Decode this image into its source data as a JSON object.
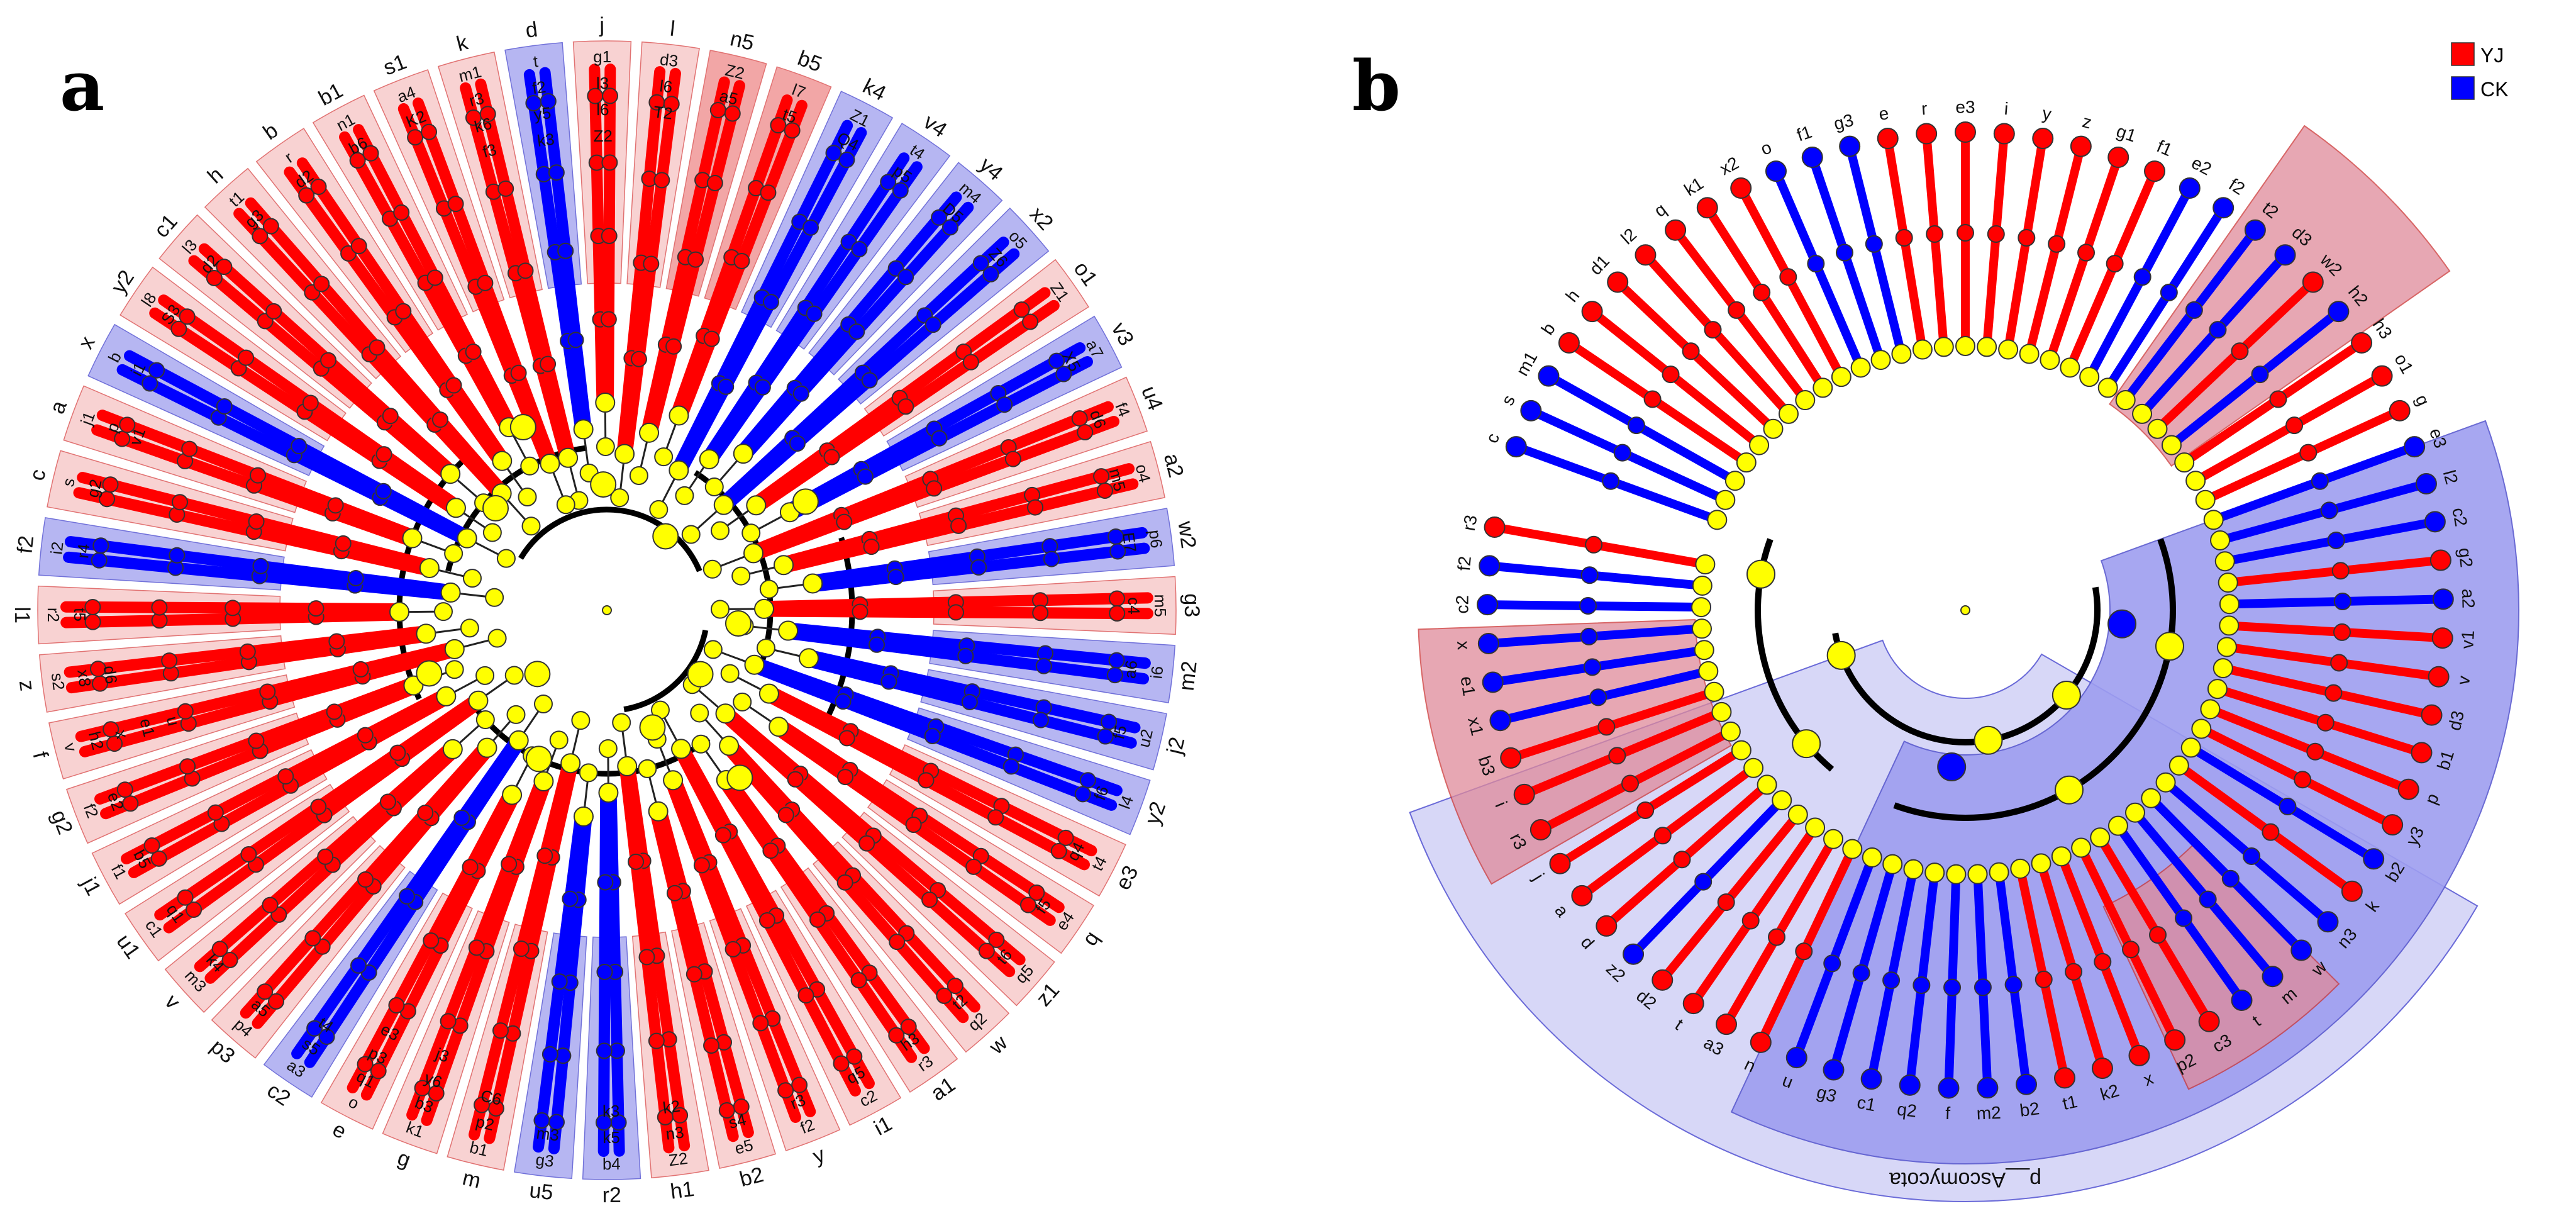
{
  "panels": [
    {
      "letter": "a",
      "sectors": [
        {
          "label": "k",
          "cls": "YJ",
          "inner": [
            "m1",
            "r3",
            "k6",
            "f3"
          ],
          "hl": "light"
        },
        {
          "label": "d",
          "cls": "CK",
          "inner": [
            "t",
            "f2",
            "y5",
            "k3"
          ],
          "hl": "blue"
        },
        {
          "label": "j",
          "cls": "YJ",
          "inner": [
            "g1",
            "l3",
            "l6",
            "Z2"
          ],
          "hl": "light"
        },
        {
          "label": "l",
          "cls": "YJ",
          "inner": [
            "d3",
            "l6",
            "T2"
          ],
          "hl": "light"
        },
        {
          "label": "n5",
          "cls": "YJ",
          "inner": [
            "Z2",
            "a5"
          ],
          "hl": "mid"
        },
        {
          "label": "b5",
          "cls": "YJ",
          "inner": [
            "l7",
            "t5"
          ],
          "hl": "mid"
        },
        {
          "label": "k4",
          "cls": "CK",
          "inner": [
            "Z1",
            "Q4"
          ],
          "hl": "blue"
        },
        {
          "label": "v4",
          "cls": "CK",
          "inner": [
            "t4",
            "p5"
          ],
          "hl": "blue"
        },
        {
          "label": "y4",
          "cls": "CK",
          "inner": [
            "m4",
            "D5"
          ],
          "hl": "blue"
        },
        {
          "label": "x2",
          "cls": "CK",
          "inner": [
            "o5",
            "Z6"
          ],
          "hl": "blue"
        },
        {
          "label": "o1",
          "cls": "YJ",
          "inner": [
            "Z1"
          ],
          "hl": "light"
        },
        {
          "label": "v3",
          "cls": "CK",
          "inner": [
            "a7",
            "X5"
          ],
          "hl": "blue"
        },
        {
          "label": "u4",
          "cls": "YJ",
          "inner": [
            "f4",
            "d6"
          ],
          "hl": "light"
        },
        {
          "label": "a2",
          "cls": "YJ",
          "inner": [
            "o4",
            "m5"
          ],
          "hl": "light"
        },
        {
          "label": "w2",
          "cls": "CK",
          "inner": [
            "p6",
            "E7"
          ],
          "hl": "blue"
        },
        {
          "label": "g3",
          "cls": "YJ",
          "inner": [
            "m5",
            "c4"
          ],
          "hl": "light"
        },
        {
          "label": "m2",
          "cls": "CK",
          "inner": [
            "i6",
            "a6"
          ],
          "hl": "blue"
        },
        {
          "label": "j2",
          "cls": "CK",
          "inner": [
            "u2",
            "f5"
          ],
          "hl": "blue"
        },
        {
          "label": "y2",
          "cls": "CK",
          "inner": [
            "l4",
            "f6"
          ],
          "hl": "blue"
        },
        {
          "label": "e3",
          "cls": "YJ",
          "inner": [
            "t4",
            "q4"
          ],
          "hl": "light"
        },
        {
          "label": "q",
          "cls": "YJ",
          "inner": [
            "e4",
            "f5"
          ],
          "hl": "light"
        },
        {
          "label": "z1",
          "cls": "YJ",
          "inner": [
            "q5",
            "t6"
          ],
          "hl": "light"
        },
        {
          "label": "w",
          "cls": "YJ",
          "inner": [
            "q2",
            "t2"
          ],
          "hl": "light"
        },
        {
          "label": "a1",
          "cls": "YJ",
          "inner": [
            "r3",
            "h3"
          ],
          "hl": "light"
        },
        {
          "label": "i1",
          "cls": "YJ",
          "inner": [
            "c2",
            "q5"
          ],
          "hl": "light"
        },
        {
          "label": "y",
          "cls": "YJ",
          "inner": [
            "f2",
            "r3"
          ],
          "hl": "light"
        },
        {
          "label": "b2",
          "cls": "YJ",
          "inner": [
            "e5",
            "s4"
          ],
          "hl": "light"
        },
        {
          "label": "h1",
          "cls": "YJ",
          "inner": [
            "Z2",
            "n3",
            "k2"
          ],
          "hl": "light"
        },
        {
          "label": "r2",
          "cls": "CK",
          "inner": [
            "b4",
            "k5",
            "k3"
          ],
          "hl": "blue"
        },
        {
          "label": "u5",
          "cls": "CK",
          "inner": [
            "g3",
            "m3"
          ],
          "hl": "blue"
        },
        {
          "label": "m",
          "cls": "YJ",
          "inner": [
            "b1",
            "p2",
            "C6"
          ],
          "hl": "light"
        },
        {
          "label": "g",
          "cls": "YJ",
          "inner": [
            "k1",
            "b3",
            "y6",
            "j3"
          ],
          "hl": "light"
        },
        {
          "label": "e",
          "cls": "YJ",
          "inner": [
            "o",
            "q1",
            "p3",
            "e3"
          ],
          "hl": "light"
        },
        {
          "label": "c2",
          "cls": "CK",
          "inner": [
            "a3",
            "s5",
            "t4"
          ],
          "hl": "blue"
        },
        {
          "label": "p3",
          "cls": "YJ",
          "inner": [
            "p4",
            "a5"
          ],
          "hl": "light"
        },
        {
          "label": "v",
          "cls": "YJ",
          "inner": [
            "m3",
            "k4"
          ],
          "hl": "light"
        },
        {
          "label": "u1",
          "cls": "YJ",
          "inner": [
            "c1",
            "q1"
          ],
          "hl": "light"
        },
        {
          "label": "j1",
          "cls": "YJ",
          "inner": [
            "f1",
            "b5"
          ],
          "hl": "light"
        },
        {
          "label": "g2",
          "cls": "YJ",
          "inner": [
            "f2",
            "e2"
          ],
          "hl": "light"
        },
        {
          "label": "f",
          "cls": "YJ",
          "inner": [
            "v",
            "h2",
            "x",
            "e1",
            "u"
          ],
          "hl": "light"
        },
        {
          "label": "z",
          "cls": "YJ",
          "inner": [
            "s2",
            "x8",
            "d6"
          ],
          "hl": "light"
        },
        {
          "label": "l1",
          "cls": "YJ",
          "inner": [
            "r2",
            "t5"
          ],
          "hl": "light"
        },
        {
          "label": "f2",
          "cls": "CK",
          "inner": [
            "i2",
            "r4"
          ],
          "hl": "blue"
        },
        {
          "label": "c",
          "cls": "YJ",
          "inner": [
            "s",
            "g2"
          ],
          "hl": "light"
        },
        {
          "label": "a",
          "cls": "YJ",
          "inner": [
            "j1",
            "p",
            "v1"
          ],
          "hl": "light"
        },
        {
          "label": "x",
          "cls": "CK",
          "inner": [
            "b",
            "i1"
          ],
          "hl": "blue"
        },
        {
          "label": "y2",
          "cls": "YJ",
          "inner": [
            "l8",
            "S3"
          ],
          "hl": "light"
        },
        {
          "label": "c1",
          "cls": "YJ",
          "inner": [
            "l3",
            "d2"
          ],
          "hl": "light"
        },
        {
          "label": "h",
          "cls": "YJ",
          "inner": [
            "t1",
            "g3"
          ],
          "hl": "light"
        },
        {
          "label": "b",
          "cls": "YJ",
          "inner": [
            "r",
            "d2"
          ],
          "hl": "light"
        },
        {
          "label": "b1",
          "cls": "YJ",
          "inner": [
            "n1",
            "b6"
          ],
          "hl": "light"
        },
        {
          "label": "s1",
          "cls": "YJ",
          "inner": [
            "a4",
            "K2"
          ],
          "hl": "light"
        }
      ]
    },
    {
      "letter": "b",
      "phylum_label": "p__Ascomycota",
      "legend": [
        {
          "label": "YJ",
          "color": "#ff0000"
        },
        {
          "label": "CK",
          "color": "#0000ff"
        }
      ],
      "clade_labels": [
        {
          "label": "c",
          "cls": "CK"
        },
        {
          "label": "s",
          "cls": "CK"
        },
        {
          "label": "m1",
          "cls": "CK"
        },
        {
          "label": "b",
          "cls": "YJ"
        },
        {
          "label": "h",
          "cls": "YJ"
        },
        {
          "label": "d1",
          "cls": "YJ"
        },
        {
          "label": "l2",
          "cls": "YJ"
        },
        {
          "label": "q",
          "cls": "YJ"
        },
        {
          "label": "k1",
          "cls": "YJ"
        },
        {
          "label": "x2",
          "cls": "YJ"
        },
        {
          "label": "o",
          "cls": "CK"
        },
        {
          "label": "f1",
          "cls": "CK"
        },
        {
          "label": "g3",
          "cls": "CK"
        },
        {
          "label": "e",
          "cls": "YJ"
        },
        {
          "label": "r",
          "cls": "YJ"
        },
        {
          "label": "e3",
          "cls": "YJ"
        },
        {
          "label": "i",
          "cls": "YJ"
        },
        {
          "label": "y",
          "cls": "YJ"
        },
        {
          "label": "z",
          "cls": "YJ"
        },
        {
          "label": "g1",
          "cls": "YJ"
        },
        {
          "label": "f1",
          "cls": "YJ"
        },
        {
          "label": "e2",
          "cls": "CK"
        },
        {
          "label": "f2",
          "cls": "CK"
        },
        {
          "label": "t2",
          "cls": "CK"
        },
        {
          "label": "d3",
          "cls": "CK"
        },
        {
          "label": "w2",
          "cls": "YJ"
        },
        {
          "label": "h2",
          "cls": "CK"
        },
        {
          "label": "h3",
          "cls": "YJ"
        },
        {
          "label": "o1",
          "cls": "YJ"
        },
        {
          "label": "g",
          "cls": "YJ"
        },
        {
          "label": "e3",
          "cls": "CK"
        },
        {
          "label": "l2",
          "cls": "CK"
        },
        {
          "label": "c2",
          "cls": "CK"
        },
        {
          "label": "g2",
          "cls": "YJ"
        },
        {
          "label": "a2",
          "cls": "CK"
        },
        {
          "label": "v1",
          "cls": "YJ"
        },
        {
          "label": "v",
          "cls": "YJ"
        },
        {
          "label": "d3",
          "cls": "YJ"
        },
        {
          "label": "b1",
          "cls": "YJ"
        },
        {
          "label": "p",
          "cls": "YJ"
        },
        {
          "label": "y3",
          "cls": "YJ"
        },
        {
          "label": "b2",
          "cls": "CK"
        },
        {
          "label": "k",
          "cls": "YJ"
        },
        {
          "label": "n3",
          "cls": "CK"
        },
        {
          "label": "w",
          "cls": "CK"
        },
        {
          "label": "m",
          "cls": "CK"
        },
        {
          "label": "t",
          "cls": "CK"
        },
        {
          "label": "c3",
          "cls": "YJ"
        },
        {
          "label": "p2",
          "cls": "YJ"
        },
        {
          "label": "x",
          "cls": "YJ"
        },
        {
          "label": "k2",
          "cls": "YJ"
        },
        {
          "label": "t1",
          "cls": "YJ"
        },
        {
          "label": "b2",
          "cls": "CK"
        },
        {
          "label": "m2",
          "cls": "CK"
        },
        {
          "label": "f",
          "cls": "CK"
        },
        {
          "label": "q2",
          "cls": "CK"
        },
        {
          "label": "c1",
          "cls": "CK"
        },
        {
          "label": "g3",
          "cls": "CK"
        },
        {
          "label": "u",
          "cls": "CK"
        },
        {
          "label": "n",
          "cls": "YJ"
        },
        {
          "label": "a3",
          "cls": "YJ"
        },
        {
          "label": "t",
          "cls": "YJ"
        },
        {
          "label": "d2",
          "cls": "YJ"
        },
        {
          "label": "z2",
          "cls": "CK"
        },
        {
          "label": "d",
          "cls": "YJ"
        },
        {
          "label": "a",
          "cls": "YJ"
        },
        {
          "label": "j",
          "cls": "YJ"
        },
        {
          "label": "r3",
          "cls": "YJ"
        },
        {
          "label": "i",
          "cls": "YJ"
        },
        {
          "label": "b3",
          "cls": "YJ"
        },
        {
          "label": "x1",
          "cls": "CK"
        },
        {
          "label": "e1",
          "cls": "CK"
        },
        {
          "label": "x",
          "cls": "CK"
        },
        {
          "label": "c2",
          "cls": "CK"
        },
        {
          "label": "f2",
          "cls": "CK"
        },
        {
          "label": "r3",
          "cls": "YJ"
        }
      ]
    }
  ],
  "colors": {
    "YJ": "#ff0000",
    "CK": "#0000ff",
    "node_neutral": "#ffff00",
    "YJ_highlight": "#f8d0d0",
    "YJ_highlight_mid": "#f2a2a2",
    "CK_highlight": "#b3b3f2",
    "CK_sector": "#9e9ef0",
    "CK_sector_light": "#d7d7f7",
    "branch": "#000000"
  }
}
